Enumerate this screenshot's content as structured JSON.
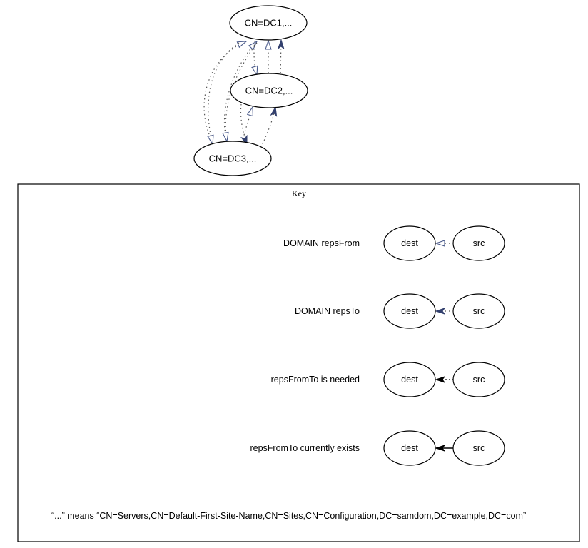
{
  "nodes": {
    "dc1": "CN=DC1,...",
    "dc2": "CN=DC2,...",
    "dc3": "CN=DC3,..."
  },
  "key": {
    "title": "Key",
    "rows": [
      {
        "label": "DOMAIN repsFrom",
        "dest": "dest",
        "src": "src"
      },
      {
        "label": "DOMAIN repsTo",
        "dest": "dest",
        "src": "src"
      },
      {
        "label": "repsFromTo is needed",
        "dest": "dest",
        "src": "src"
      },
      {
        "label": "repsFromTo currently exists",
        "dest": "dest",
        "src": "src"
      }
    ],
    "footnote": "“...”  means  “CN=Servers,CN=Default-First-Site-Name,CN=Sites,CN=Configuration,DC=samdom,DC=example,DC=com”"
  },
  "colors": {
    "repsFrom": "#4a5a8a",
    "repsTo": "#33406e",
    "needed": "#000000",
    "exists": "#000000",
    "edge_dotted": "#555555"
  }
}
